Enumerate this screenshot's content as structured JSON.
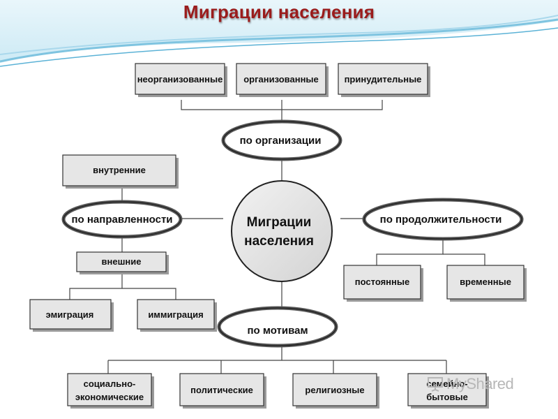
{
  "title": "Миграции населения",
  "center": {
    "line1": "Миграции",
    "line2": "населения"
  },
  "organization": {
    "label": "по организации",
    "items": [
      "неорганизованные",
      "организованные",
      "принудительные"
    ]
  },
  "direction": {
    "label": "по направленности",
    "internal": "внутренние",
    "external": "внешние",
    "external_items": [
      "эмиграция",
      "иммиграция"
    ]
  },
  "duration": {
    "label": "по продолжительности",
    "items": [
      "постоянные",
      "временные"
    ]
  },
  "motives": {
    "label": "по мотивам",
    "items": [
      {
        "line1": "социально-",
        "line2": "экономические"
      },
      {
        "line1": "политические",
        "line2": ""
      },
      {
        "line1": "религиозные",
        "line2": ""
      },
      {
        "line1": "семейно-",
        "line2": "бытовые"
      }
    ]
  },
  "watermark": {
    "text": "MyShared",
    "icon": "presentation-icon"
  }
}
